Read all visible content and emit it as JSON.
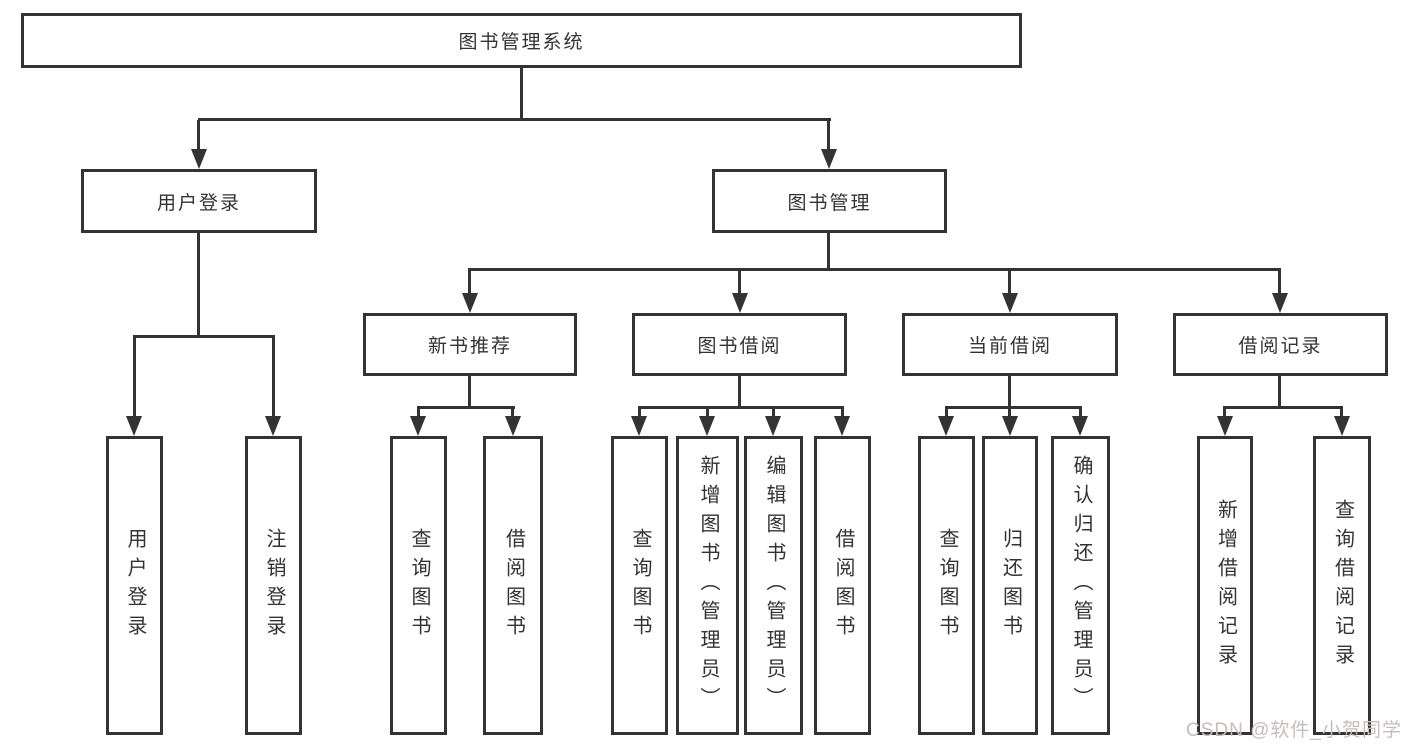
{
  "title": "图书管理系统",
  "nodes": {
    "user_login": "用户登录",
    "book_management": "图书管理",
    "new_book_recommend": "新书推荐",
    "book_borrowing": "图书借阅",
    "current_borrowing": "当前借阅",
    "borrowing_records": "借阅记录"
  },
  "leaves": [
    "用户登录",
    "注销登录",
    "查询图书",
    "借阅图书",
    "查询图书",
    "新增图书（管理员）",
    "编辑图书（管理员）",
    "借阅图书",
    "查询图书",
    "归还图书",
    "确认归还（管理员）",
    "新增借阅记录",
    "查询借阅记录"
  ],
  "watermark": "CSDN @软件_小贺同学",
  "colors": {
    "stroke": "#333333",
    "text": "#333333",
    "watermark": "#c6bcbc",
    "background": "#ffffff"
  }
}
